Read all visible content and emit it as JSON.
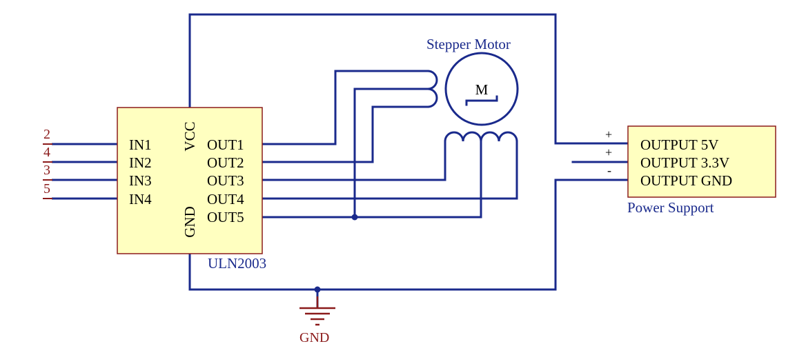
{
  "uln2003": {
    "inputs": [
      "IN1",
      "IN2",
      "IN3",
      "IN4"
    ],
    "outputs": [
      "OUT1",
      "OUT2",
      "OUT3",
      "OUT4",
      "OUT5"
    ],
    "vcc": "VCC",
    "gnd": "GND",
    "name": "ULN2003"
  },
  "pin_numbers": [
    "2",
    "4",
    "3",
    "5"
  ],
  "motor": {
    "title": "Stepper Motor",
    "symbol": "M"
  },
  "power": {
    "outputs": [
      "OUTPUT 5V",
      "OUTPUT 3.3V",
      "OUTPUT GND"
    ],
    "signs": [
      "+",
      "+",
      "-"
    ],
    "name": "Power Support"
  },
  "ground": {
    "label": "GND"
  },
  "colors": {
    "wire": "#1a2a8c",
    "component_fill": "#ffffc0",
    "component_border": "#8b1a1a",
    "label_red": "#8b1a1a"
  }
}
